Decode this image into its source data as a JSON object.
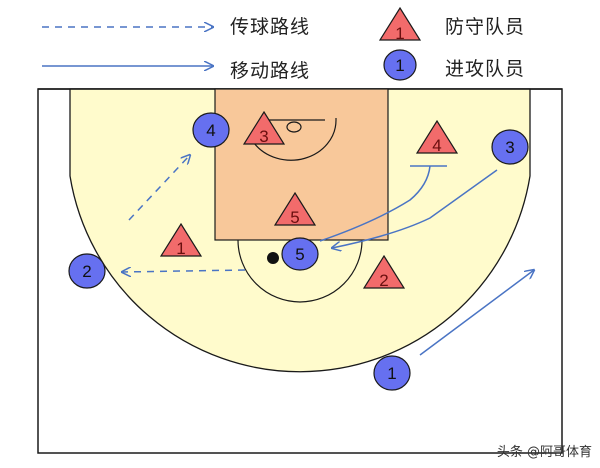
{
  "legend": {
    "pass_line": "传球路线",
    "move_line": "移动路线",
    "defender": "防守队员",
    "attacker": "进攻队员",
    "defender_icon_label": "1",
    "attacker_icon_label": "1"
  },
  "colors": {
    "court_fill": "#FFFBCC",
    "paint_fill": "#F8C89A",
    "defender_fill": "#F26B6B",
    "attacker_fill": "#6670F0",
    "line_color": "#4A74C4",
    "outline": "#1a1a1a"
  },
  "defenders": [
    {
      "label": "1"
    },
    {
      "label": "2"
    },
    {
      "label": "3"
    },
    {
      "label": "4"
    },
    {
      "label": "5"
    }
  ],
  "attackers": [
    {
      "label": "1"
    },
    {
      "label": "2"
    },
    {
      "label": "3"
    },
    {
      "label": "4"
    },
    {
      "label": "5"
    }
  ],
  "watermark": "头条 @阿哥体育"
}
